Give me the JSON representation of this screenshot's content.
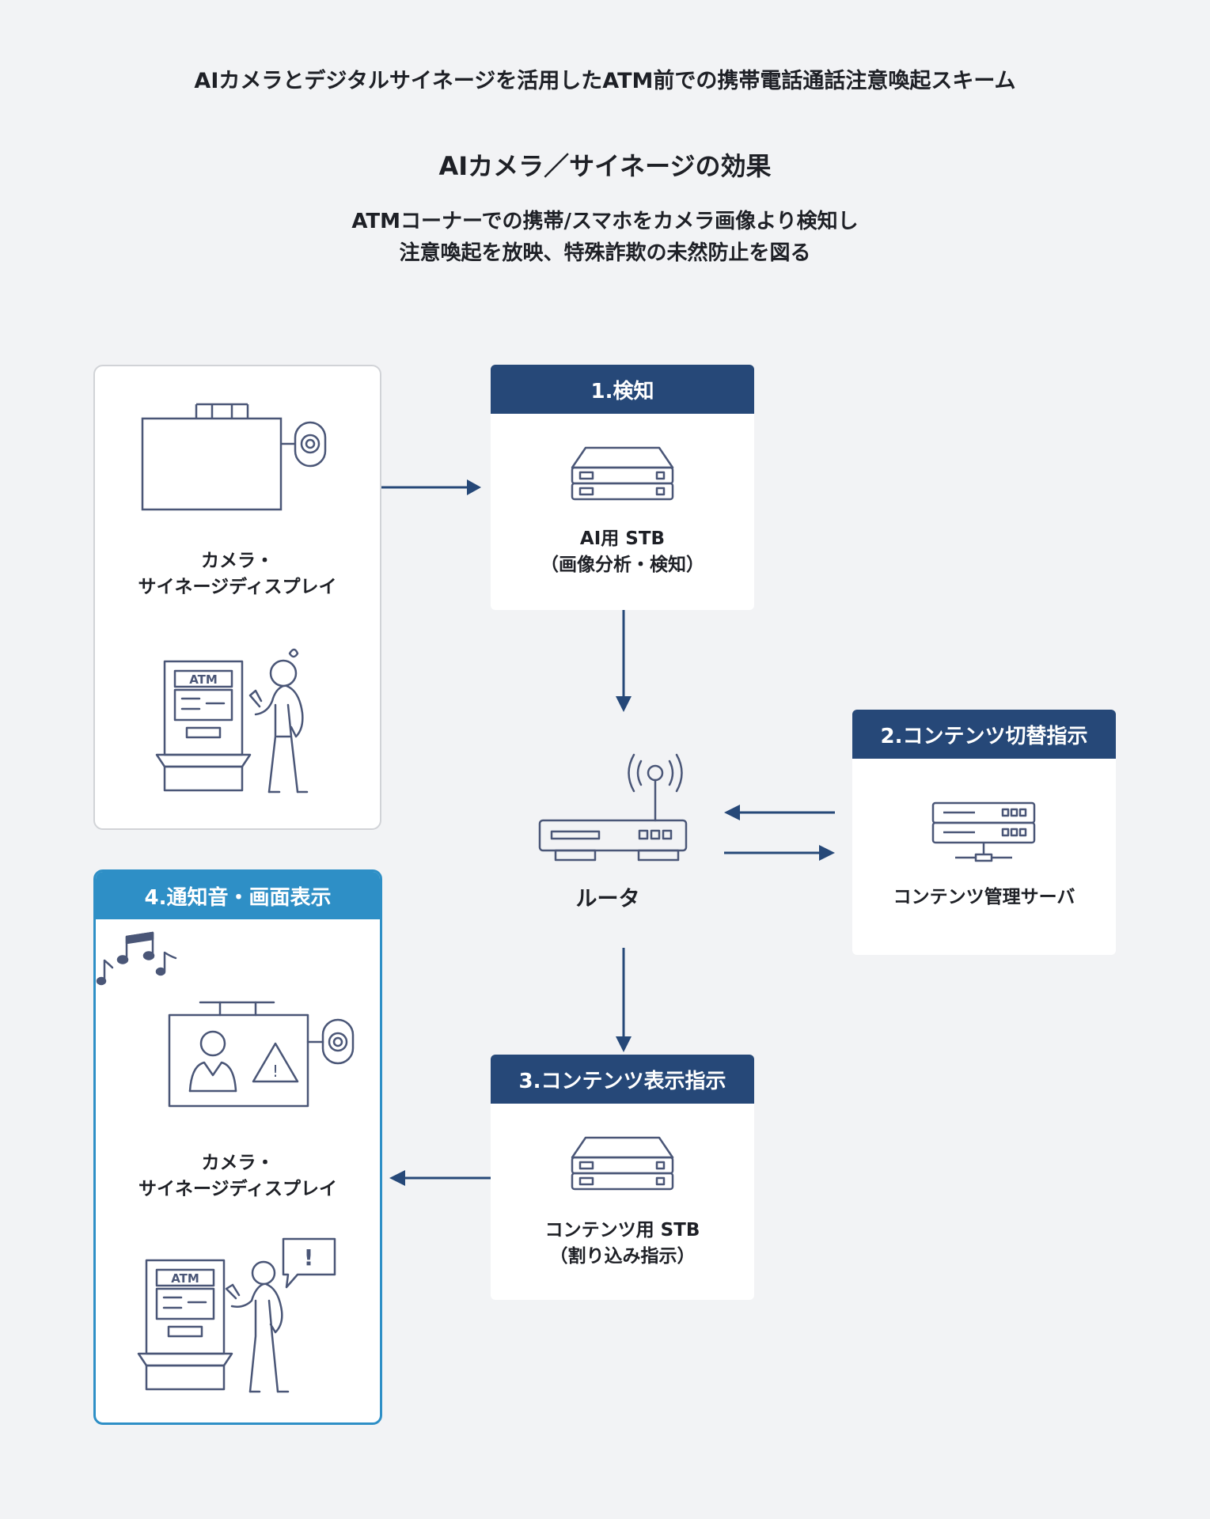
{
  "header": {
    "title": "AIカメラとデジタルサイネージを活用したATM前での携帯電話通話注意喚起スキーム",
    "subtitle": "AIカメラ／サイネージの効果",
    "description_line1": "ATMコーナーでの携帯/スマホをカメラ画像より検知し",
    "description_line2": "注意喚起を放映、特殊詐欺の未然防止を図る"
  },
  "camera_panel": {
    "label_line1": "カメラ・",
    "label_line2": "サイネージディスプレイ",
    "atm_text": "ATM"
  },
  "step1": {
    "title": "1.検知",
    "label_line1": "AI用 STB",
    "label_line2": "（画像分析・検知）"
  },
  "router": {
    "label": "ルータ"
  },
  "step2": {
    "title": "2.コンテンツ切替指示",
    "label": "コンテンツ管理サーバ"
  },
  "step3": {
    "title": "3.コンテンツ表示指示",
    "label_line1": "コンテンツ用 STB",
    "label_line2": "（割り込み指示）"
  },
  "step4": {
    "title": "4.通知音・画面表示",
    "label_line1": "カメラ・",
    "label_line2": "サイネージディスプレイ",
    "atm_text": "ATM",
    "bubble_text": "!"
  },
  "colors": {
    "header_navy": "#264878",
    "header_blue": "#2e8fc6",
    "line_icon": "#4a5677",
    "background": "#f2f3f5"
  }
}
